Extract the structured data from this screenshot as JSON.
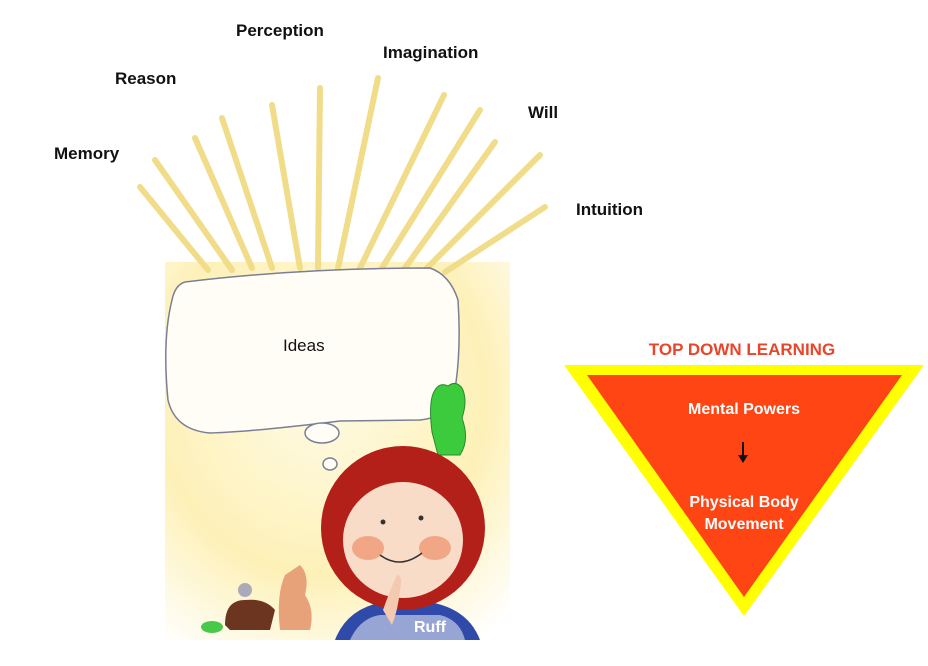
{
  "powers": {
    "memory": "Memory",
    "reason": "Reason",
    "perception": "Perception",
    "imagination": "Imagination",
    "will": "Will",
    "intuition": "Intuition"
  },
  "illustration": {
    "thought_bubble_text": "Ideas",
    "shirt_text": "Ruff"
  },
  "triangle": {
    "title": "TOP DOWN LEARNING",
    "top_text": "Mental Powers",
    "bottom_text_line1": "Physical Body",
    "bottom_text_line2": "Movement",
    "arrow": "down-arrow-icon",
    "colors": {
      "outer": "#ffff00",
      "inner": "#ff4514",
      "title": "#e8462a"
    }
  }
}
